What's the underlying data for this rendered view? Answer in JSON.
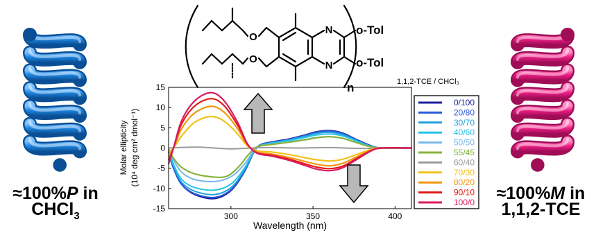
{
  "colors": {
    "p_helix": "#1f86e0",
    "p_helix_dark": "#0a4f96",
    "m_helix": "#ee1f86",
    "m_helix_dark": "#9e0d56",
    "arrow": "#b8b8b8"
  },
  "structure": {
    "substituent_top": "o-Tol",
    "substituent_bottom": "o-Tol",
    "subscript": "n",
    "atom_n": "N",
    "atom_o": "O"
  },
  "left_caption": {
    "line1_prefix": "≈100%",
    "line1_italic": "P",
    "line1_suffix": " in",
    "line2": "CHCl",
    "line2_sub": "3"
  },
  "right_caption": {
    "line1_prefix": "≈100%",
    "line1_italic": "M",
    "line1_suffix": " in",
    "line2": "1,1,2-TCE"
  },
  "chart_data": {
    "type": "line",
    "xlabel": "Wavelength (nm)",
    "ylabel_line1": "Molar ellipticity",
    "ylabel_line2": "(10⁴ deg cm² dmol⁻¹)",
    "xlim": [
      262,
      410
    ],
    "ylim": [
      -15,
      15
    ],
    "xticks": [
      300,
      350,
      400
    ],
    "yticks": [
      -15,
      -10,
      -5,
      0,
      5,
      10,
      15
    ],
    "legend_title": "1,1,2-TCE / CHCl₃",
    "legend_position": "right",
    "series": [
      {
        "name": "0/100",
        "color": "#1b1f9e",
        "width": 2.2,
        "points": [
          [
            262,
            -1
          ],
          [
            265,
            -5
          ],
          [
            270,
            -9
          ],
          [
            278,
            -11.5
          ],
          [
            290,
            -12.5
          ],
          [
            300,
            -10.5
          ],
          [
            308,
            -6
          ],
          [
            314,
            -1
          ],
          [
            318,
            0.8
          ],
          [
            325,
            1.5
          ],
          [
            335,
            2.2
          ],
          [
            345,
            3.2
          ],
          [
            352,
            4
          ],
          [
            360,
            4.3
          ],
          [
            368,
            3.7
          ],
          [
            376,
            2.2
          ],
          [
            385,
            0.6
          ],
          [
            392,
            0
          ],
          [
            410,
            0
          ]
        ]
      },
      {
        "name": "20/80",
        "color": "#2c5ad6",
        "width": 2.0,
        "points": [
          [
            262,
            -1
          ],
          [
            265,
            -5
          ],
          [
            270,
            -9
          ],
          [
            278,
            -11.3
          ],
          [
            290,
            -12.2
          ],
          [
            300,
            -10.3
          ],
          [
            308,
            -5.9
          ],
          [
            314,
            -1
          ],
          [
            318,
            0.8
          ],
          [
            325,
            1.4
          ],
          [
            335,
            2.1
          ],
          [
            345,
            3.1
          ],
          [
            352,
            3.9
          ],
          [
            360,
            4.2
          ],
          [
            368,
            3.6
          ],
          [
            376,
            2.1
          ],
          [
            385,
            0.5
          ],
          [
            392,
            0
          ],
          [
            410,
            0
          ]
        ]
      },
      {
        "name": "30/70",
        "color": "#1fa0de",
        "width": 2.0,
        "points": [
          [
            262,
            -0.8
          ],
          [
            265,
            -4.5
          ],
          [
            270,
            -8.5
          ],
          [
            278,
            -10.7
          ],
          [
            290,
            -11.5
          ],
          [
            300,
            -9.8
          ],
          [
            308,
            -5.6
          ],
          [
            314,
            -0.9
          ],
          [
            318,
            0.7
          ],
          [
            325,
            1.3
          ],
          [
            335,
            2
          ],
          [
            345,
            2.9
          ],
          [
            352,
            3.6
          ],
          [
            360,
            3.9
          ],
          [
            368,
            3.3
          ],
          [
            376,
            2
          ],
          [
            385,
            0.5
          ],
          [
            392,
            0
          ],
          [
            410,
            0
          ]
        ]
      },
      {
        "name": "40/60",
        "color": "#25c3e6",
        "width": 2.0,
        "points": [
          [
            262,
            -0.6
          ],
          [
            265,
            -4
          ],
          [
            270,
            -7.8
          ],
          [
            278,
            -9.8
          ],
          [
            290,
            -10.4
          ],
          [
            300,
            -8.9
          ],
          [
            308,
            -5.1
          ],
          [
            314,
            -0.8
          ],
          [
            318,
            0.6
          ],
          [
            325,
            1.2
          ],
          [
            335,
            1.8
          ],
          [
            345,
            2.6
          ],
          [
            352,
            3.2
          ],
          [
            360,
            3.5
          ],
          [
            368,
            3
          ],
          [
            376,
            1.8
          ],
          [
            385,
            0.4
          ],
          [
            392,
            0
          ],
          [
            410,
            0
          ]
        ]
      },
      {
        "name": "50/50",
        "color": "#7ab8ec",
        "width": 2.0,
        "points": [
          [
            262,
            -0.4
          ],
          [
            265,
            -3
          ],
          [
            270,
            -6
          ],
          [
            278,
            -7.8
          ],
          [
            290,
            -8.3
          ],
          [
            300,
            -7.1
          ],
          [
            308,
            -4.1
          ],
          [
            314,
            -0.6
          ],
          [
            318,
            0.5
          ],
          [
            325,
            1
          ],
          [
            335,
            1.5
          ],
          [
            345,
            2.1
          ],
          [
            352,
            2.6
          ],
          [
            360,
            2.8
          ],
          [
            368,
            2.4
          ],
          [
            376,
            1.4
          ],
          [
            385,
            0.3
          ],
          [
            392,
            0
          ],
          [
            410,
            0
          ]
        ]
      },
      {
        "name": "55/45",
        "color": "#86b43a",
        "width": 2.2,
        "points": [
          [
            262,
            -0.2
          ],
          [
            265,
            -2.5
          ],
          [
            270,
            -4.8
          ],
          [
            278,
            -6.4
          ],
          [
            290,
            -7.2
          ],
          [
            298,
            -6.9
          ],
          [
            305,
            -4.5
          ],
          [
            311,
            -1.5
          ],
          [
            316,
            0.3
          ],
          [
            325,
            0.9
          ],
          [
            335,
            1.4
          ],
          [
            345,
            2
          ],
          [
            352,
            2.5
          ],
          [
            360,
            2.8
          ],
          [
            368,
            2.4
          ],
          [
            376,
            1.4
          ],
          [
            385,
            0.3
          ],
          [
            392,
            0
          ],
          [
            410,
            0
          ]
        ]
      },
      {
        "name": "60/40",
        "color": "#9a9a9a",
        "width": 2.0,
        "points": [
          [
            262,
            0
          ],
          [
            280,
            0.2
          ],
          [
            300,
            -0.2
          ],
          [
            320,
            0.1
          ],
          [
            340,
            0
          ],
          [
            360,
            0.1
          ],
          [
            380,
            -0.1
          ],
          [
            410,
            0
          ]
        ]
      },
      {
        "name": "70/30",
        "color": "#f2c21a",
        "width": 2.2,
        "points": [
          [
            262,
            -1
          ],
          [
            265,
            0
          ],
          [
            270,
            3
          ],
          [
            278,
            6.4
          ],
          [
            288,
            7.8
          ],
          [
            296,
            6.6
          ],
          [
            304,
            3.5
          ],
          [
            310,
            0.5
          ],
          [
            316,
            -0.7
          ],
          [
            325,
            -1
          ],
          [
            335,
            -1.6
          ],
          [
            345,
            -2.4
          ],
          [
            352,
            -2.9
          ],
          [
            360,
            -3.2
          ],
          [
            368,
            -2.8
          ],
          [
            376,
            -1.7
          ],
          [
            385,
            -0.4
          ],
          [
            392,
            0
          ],
          [
            410,
            0
          ]
        ]
      },
      {
        "name": "80/20",
        "color": "#f4960f",
        "width": 2.2,
        "points": [
          [
            262,
            -2
          ],
          [
            265,
            0
          ],
          [
            270,
            4.8
          ],
          [
            278,
            8.7
          ],
          [
            288,
            10.3
          ],
          [
            296,
            8.8
          ],
          [
            304,
            4.8
          ],
          [
            310,
            0.8
          ],
          [
            316,
            -1
          ],
          [
            325,
            -1.5
          ],
          [
            335,
            -2.3
          ],
          [
            345,
            -3.3
          ],
          [
            352,
            -4
          ],
          [
            360,
            -4.4
          ],
          [
            368,
            -3.8
          ],
          [
            376,
            -2.3
          ],
          [
            385,
            -0.6
          ],
          [
            392,
            0
          ],
          [
            410,
            0
          ]
        ]
      },
      {
        "name": "90/10",
        "color": "#e31a1a",
        "width": 2.2,
        "points": [
          [
            262,
            -3
          ],
          [
            265,
            0
          ],
          [
            270,
            6
          ],
          [
            278,
            10.4
          ],
          [
            288,
            12.2
          ],
          [
            296,
            10.4
          ],
          [
            304,
            5.7
          ],
          [
            310,
            1
          ],
          [
            316,
            -1.2
          ],
          [
            325,
            -1.8
          ],
          [
            335,
            -2.7
          ],
          [
            345,
            -3.9
          ],
          [
            352,
            -4.7
          ],
          [
            360,
            -5.1
          ],
          [
            368,
            -4.5
          ],
          [
            376,
            -2.7
          ],
          [
            385,
            -0.7
          ],
          [
            392,
            0
          ],
          [
            410,
            0
          ]
        ]
      },
      {
        "name": "100/0",
        "color": "#d81b62",
        "width": 2.2,
        "points": [
          [
            262,
            -4
          ],
          [
            265,
            0
          ],
          [
            270,
            6.8
          ],
          [
            278,
            11.7
          ],
          [
            288,
            13.7
          ],
          [
            296,
            11.6
          ],
          [
            304,
            6.4
          ],
          [
            310,
            1.1
          ],
          [
            316,
            -1.3
          ],
          [
            325,
            -2
          ],
          [
            335,
            -3
          ],
          [
            345,
            -4.3
          ],
          [
            352,
            -5.2
          ],
          [
            360,
            -5.6
          ],
          [
            368,
            -4.9
          ],
          [
            376,
            -3
          ],
          [
            385,
            -0.8
          ],
          [
            392,
            0
          ],
          [
            410,
            0
          ]
        ]
      }
    ]
  }
}
